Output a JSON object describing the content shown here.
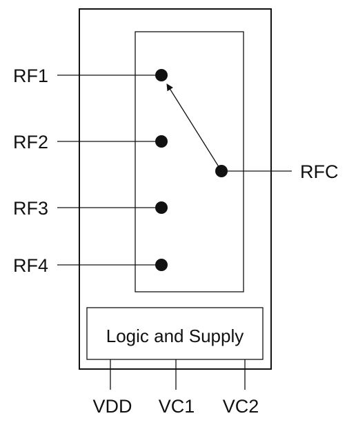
{
  "diagram": {
    "rf_ports": [
      {
        "label": "RF1",
        "selected": true
      },
      {
        "label": "RF2",
        "selected": false
      },
      {
        "label": "RF3",
        "selected": false
      },
      {
        "label": "RF4",
        "selected": false
      }
    ],
    "common_port": {
      "label": "RFC"
    },
    "logic_block": {
      "label": "Logic and Supply"
    },
    "control_pins": [
      {
        "label": "VDD"
      },
      {
        "label": "VC1"
      },
      {
        "label": "VC2"
      }
    ],
    "colors": {
      "stroke": "#111111",
      "background": "#ffffff"
    }
  }
}
